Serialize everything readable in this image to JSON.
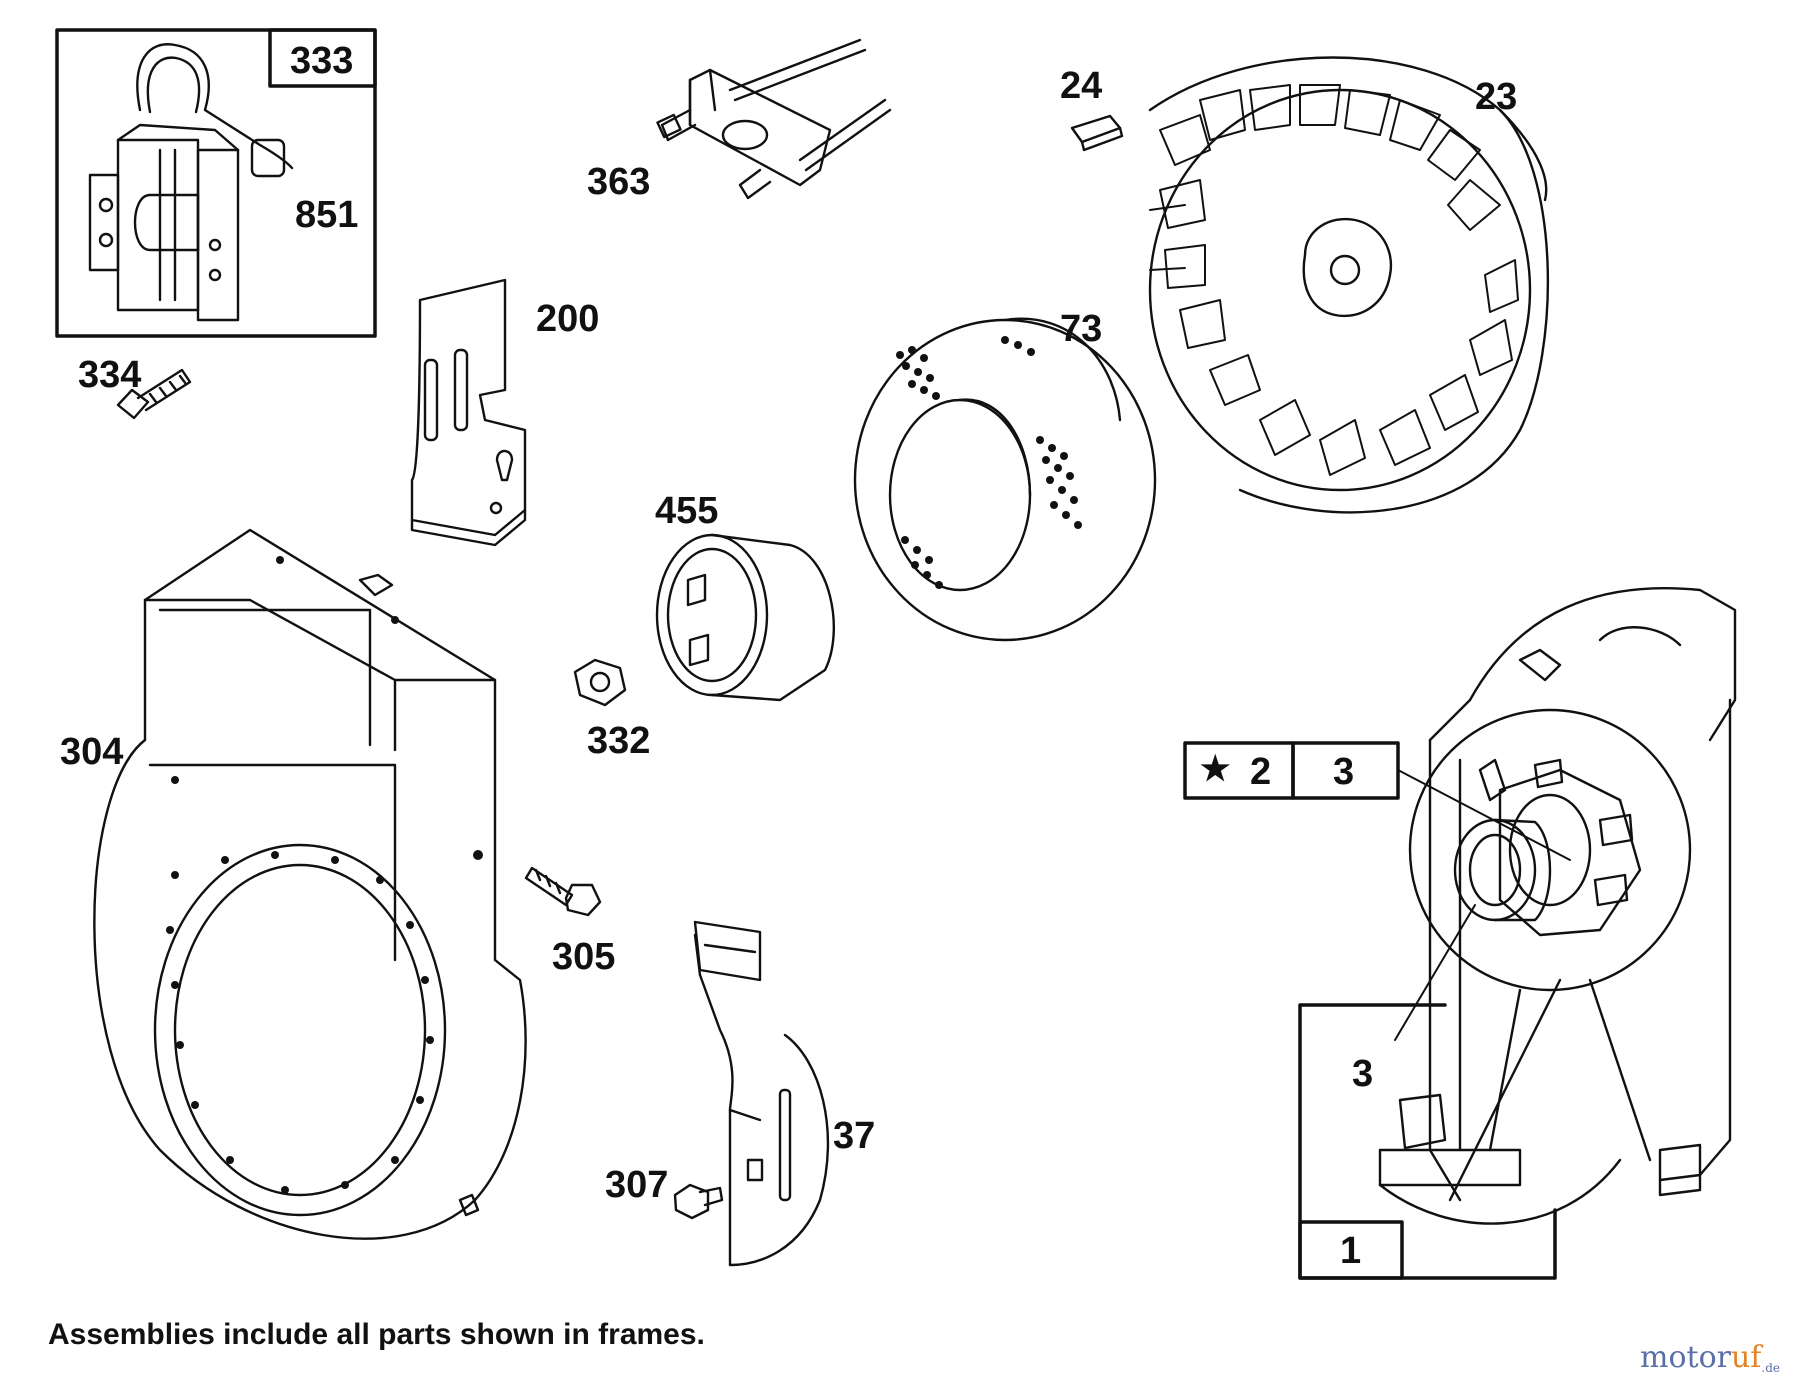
{
  "labels": {
    "p333": "333",
    "p851": "851",
    "p334": "334",
    "p363": "363",
    "p24": "24",
    "p23": "23",
    "p200": "200",
    "p73": "73",
    "p455": "455",
    "p332": "332",
    "p304": "304",
    "p305": "305",
    "p37": "37",
    "p307": "307",
    "p3_leader": "3",
    "box_2": "2",
    "box_3": "3",
    "box_1": "1"
  },
  "star_symbol": "★",
  "footnote": "Assemblies include all parts shown in frames.",
  "watermark": {
    "part1": "motor",
    "part2": "uf",
    "part3": ".de"
  },
  "colors": {
    "ink": "#111111",
    "watermark_blue": "#5a6fa8",
    "watermark_orange": "#e0842a"
  }
}
